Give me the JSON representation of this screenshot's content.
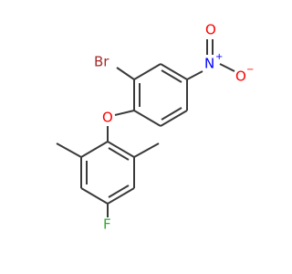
{
  "molecule": {
    "atoms": {
      "br": "Br",
      "o_ether": "O",
      "n": "N",
      "o_top": "O",
      "o_right": "O",
      "f": "F",
      "n_charge": "+",
      "o_charge": "−"
    },
    "colors": {
      "bond": "#3a3a3a",
      "bromine": "#a52a2a",
      "oxygen": "#ff0000",
      "nitrogen": "#0000ff",
      "fluorine": "#33aa33"
    }
  }
}
